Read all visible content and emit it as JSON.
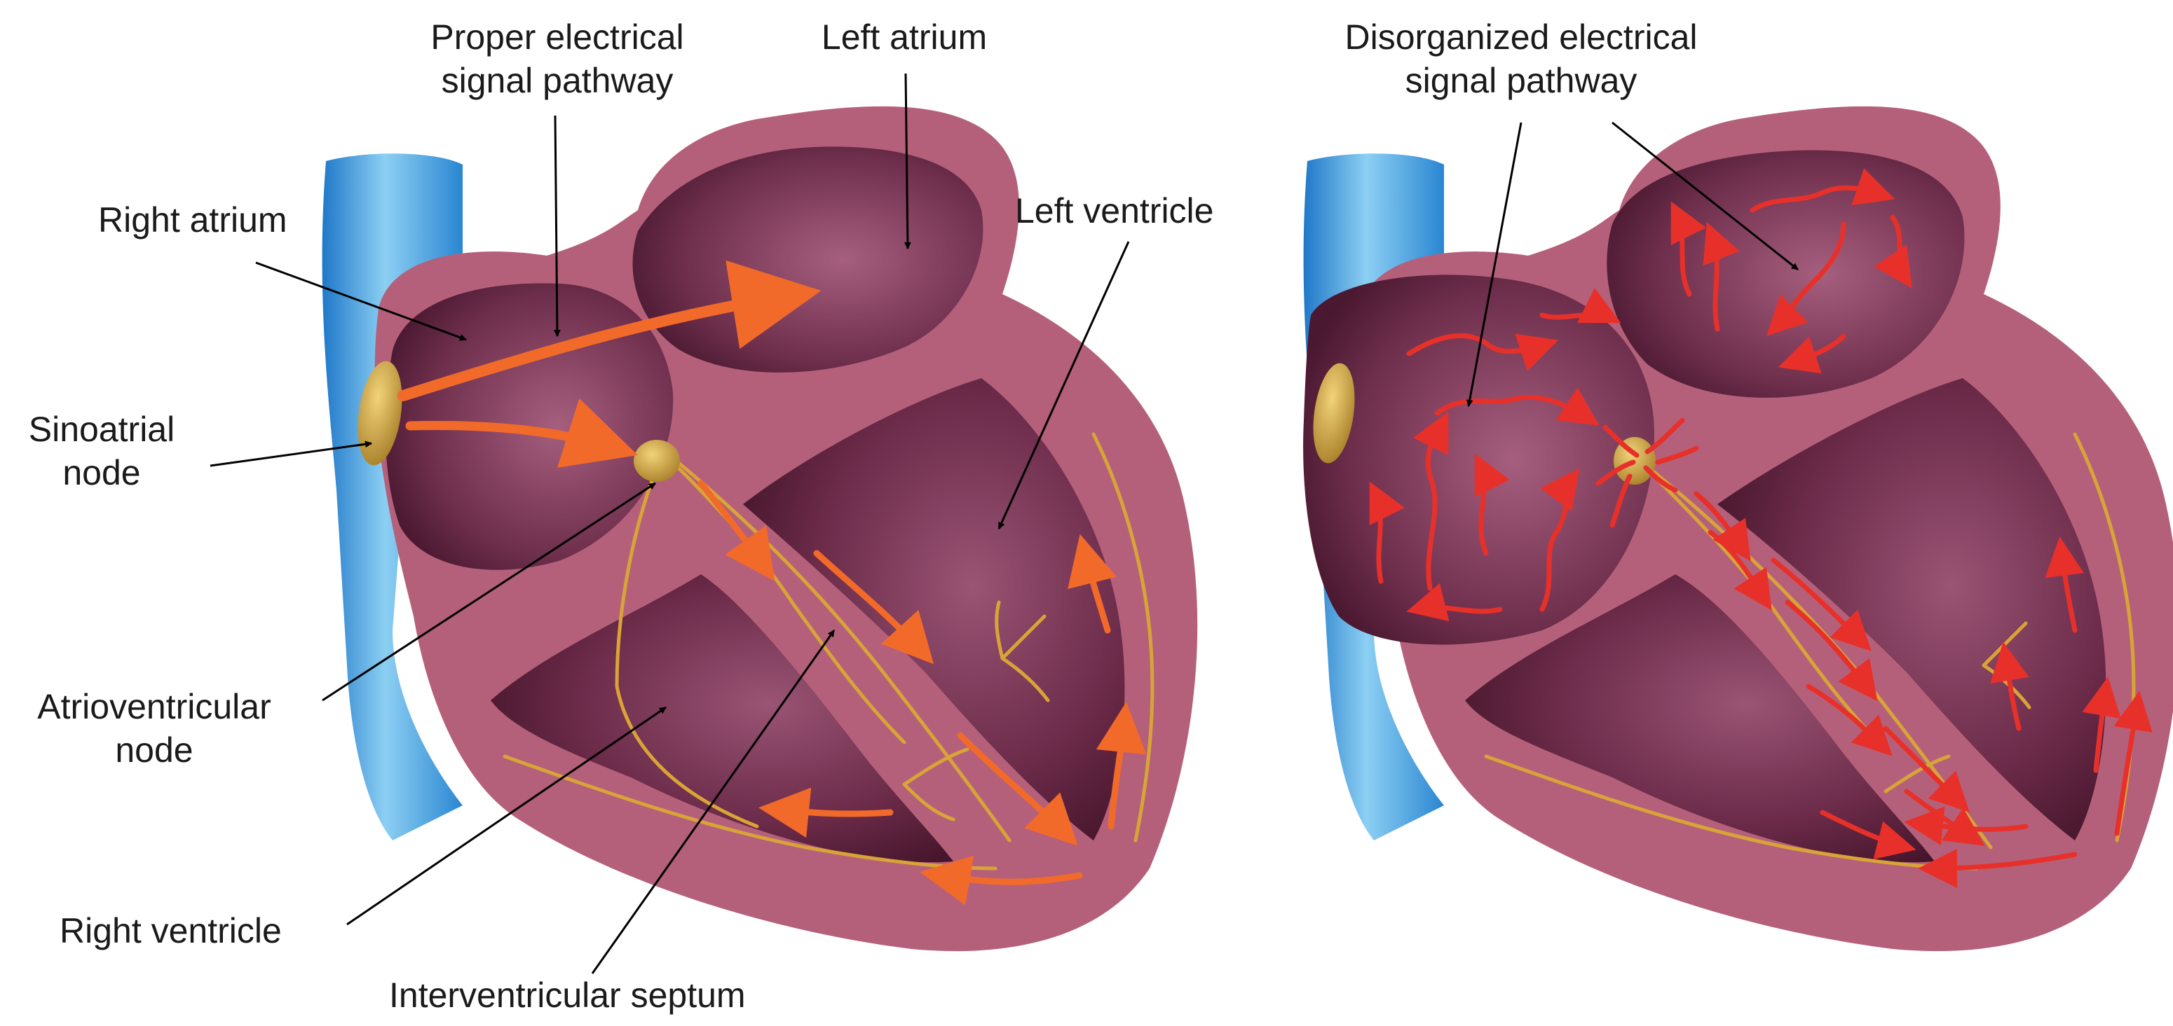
{
  "colors": {
    "vessel": "#2f8fd8",
    "vessel_light": "#9fd6f5",
    "heart_wall": "#b5607a",
    "heart_wall_light": "#cc7f97",
    "chamber_dark": "#4e1a30",
    "chamber_light": "#8a4966",
    "node": "#c9a040",
    "conduction_fiber": "#d9a437",
    "signal_proper": "#f26a2a",
    "signal_disorganized": "#e8302a",
    "label_text": "#1a1a1a",
    "leader_line": "#000000"
  },
  "labels": {
    "proper_pathway": [
      "Proper  electrical",
      "signal pathway"
    ],
    "left_atrium": "Left atrium",
    "right_atrium": "Right atrium",
    "left_ventricle": "Left ventricle",
    "sinoatrial_node": [
      "Sinoatrial",
      "node"
    ],
    "atrioventricular_node": [
      "Atrioventricular",
      "node"
    ],
    "right_ventricle": "Right ventricle",
    "interventricular_septum": "Interventricular  septum",
    "disorganized_pathway": [
      "Disorganized electrical",
      "signal pathway"
    ]
  }
}
